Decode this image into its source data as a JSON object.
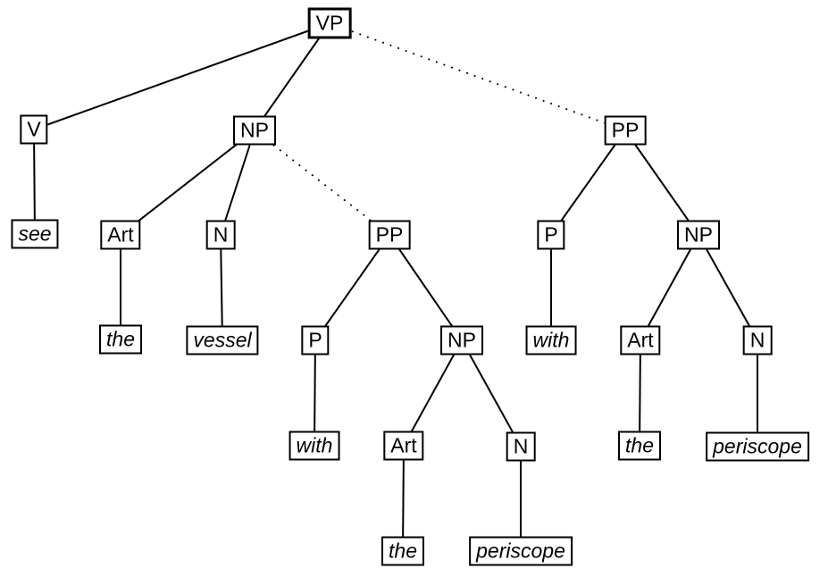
{
  "diagram": {
    "kind": "syntax-parse-tree",
    "colors": {
      "line": "#000000",
      "box_border": "#000000",
      "box_fill": "#ffffff",
      "text": "#000000"
    },
    "nodes": {
      "vp": {
        "label": "VP",
        "type": "phrase"
      },
      "v": {
        "label": "V",
        "type": "phrase"
      },
      "np1": {
        "label": "NP",
        "type": "phrase"
      },
      "pp3": {
        "label": "PP",
        "type": "phrase"
      },
      "see": {
        "label": "see",
        "type": "word"
      },
      "art1": {
        "label": "Art",
        "type": "phrase"
      },
      "n1": {
        "label": "N",
        "type": "phrase"
      },
      "pp2": {
        "label": "PP",
        "type": "phrase"
      },
      "p3": {
        "label": "P",
        "type": "phrase"
      },
      "np3": {
        "label": "NP",
        "type": "phrase"
      },
      "the1": {
        "label": "the",
        "type": "word"
      },
      "vessel": {
        "label": "vessel",
        "type": "word"
      },
      "p2": {
        "label": "P",
        "type": "phrase"
      },
      "np2": {
        "label": "NP",
        "type": "phrase"
      },
      "with3": {
        "label": "with",
        "type": "word"
      },
      "art3": {
        "label": "Art",
        "type": "phrase"
      },
      "n3": {
        "label": "N",
        "type": "phrase"
      },
      "with2": {
        "label": "with",
        "type": "word"
      },
      "art2": {
        "label": "Art",
        "type": "phrase"
      },
      "n2": {
        "label": "N",
        "type": "phrase"
      },
      "the3": {
        "label": "the",
        "type": "word"
      },
      "periscope3": {
        "label": "periscope",
        "type": "word"
      },
      "the2": {
        "label": "the",
        "type": "word"
      },
      "periscope2": {
        "label": "periscope",
        "type": "word"
      }
    },
    "edges": [
      {
        "from": "vp",
        "to": "v",
        "style": "solid"
      },
      {
        "from": "vp",
        "to": "np1",
        "style": "solid"
      },
      {
        "from": "vp",
        "to": "pp3",
        "style": "dotted"
      },
      {
        "from": "v",
        "to": "see",
        "style": "solid"
      },
      {
        "from": "np1",
        "to": "art1",
        "style": "solid"
      },
      {
        "from": "np1",
        "to": "n1",
        "style": "solid"
      },
      {
        "from": "np1",
        "to": "pp2",
        "style": "dotted"
      },
      {
        "from": "art1",
        "to": "the1",
        "style": "solid"
      },
      {
        "from": "n1",
        "to": "vessel",
        "style": "solid"
      },
      {
        "from": "pp2",
        "to": "p2",
        "style": "solid"
      },
      {
        "from": "pp2",
        "to": "np2",
        "style": "solid"
      },
      {
        "from": "p2",
        "to": "with2",
        "style": "solid"
      },
      {
        "from": "np2",
        "to": "art2",
        "style": "solid"
      },
      {
        "from": "np2",
        "to": "n2",
        "style": "solid"
      },
      {
        "from": "art2",
        "to": "the2",
        "style": "solid"
      },
      {
        "from": "n2",
        "to": "periscope2",
        "style": "solid"
      },
      {
        "from": "pp3",
        "to": "p3",
        "style": "solid"
      },
      {
        "from": "pp3",
        "to": "np3",
        "style": "solid"
      },
      {
        "from": "p3",
        "to": "with3",
        "style": "solid"
      },
      {
        "from": "np3",
        "to": "art3",
        "style": "solid"
      },
      {
        "from": "np3",
        "to": "n3",
        "style": "solid"
      },
      {
        "from": "art3",
        "to": "the3",
        "style": "solid"
      },
      {
        "from": "n3",
        "to": "periscope3",
        "style": "solid"
      }
    ]
  }
}
